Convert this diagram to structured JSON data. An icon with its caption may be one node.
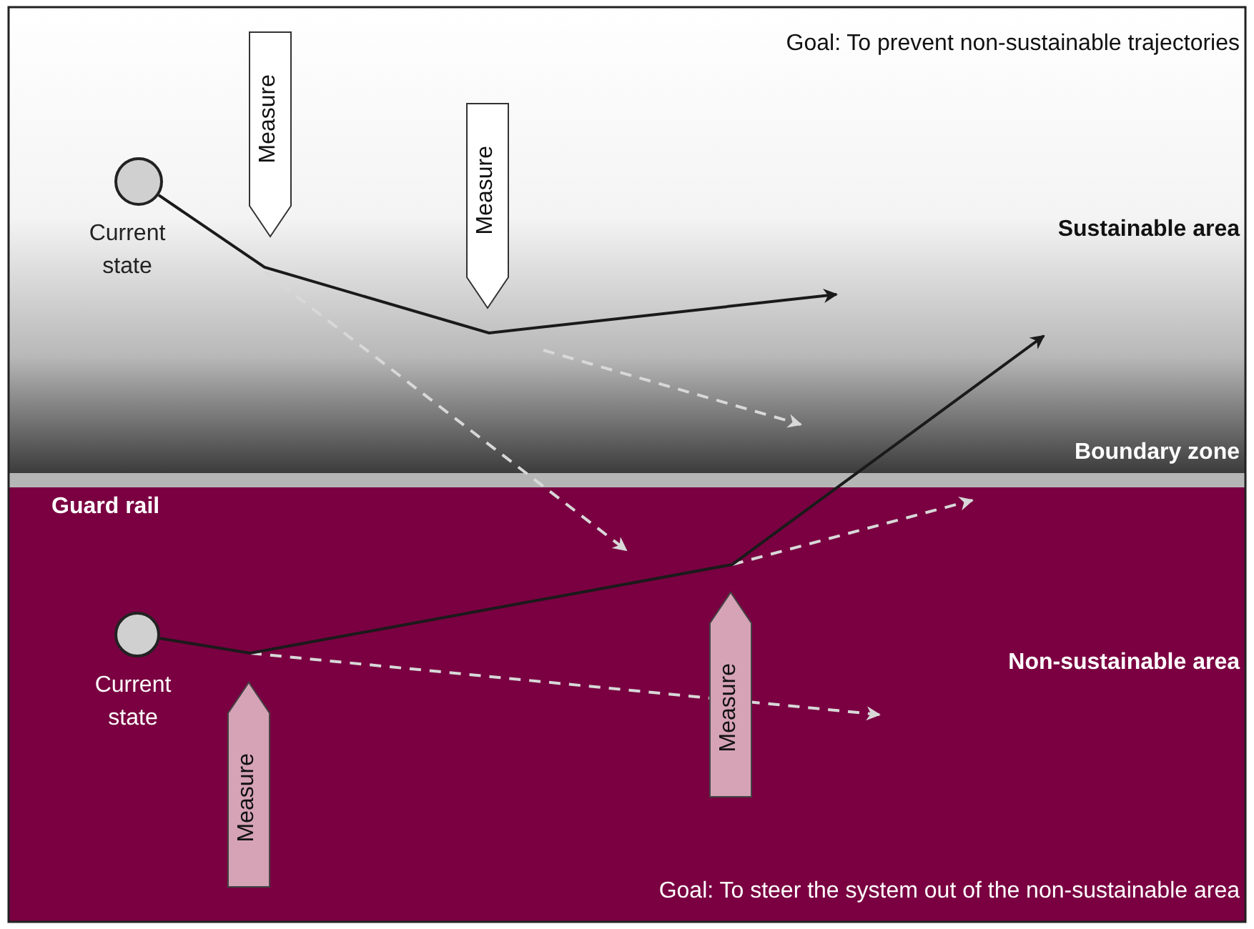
{
  "diagram": {
    "nodes": [
      {
        "text": [],
        "shape": "circle",
        "beside": [
          "Current state"
        ]
      },
      {
        "text": [
          "Measure"
        ]
      },
      {
        "text": [
          "Measure"
        ]
      },
      {
        "text": [],
        "shape": "circle",
        "beside": [
          "Current state"
        ]
      },
      {
        "text": [
          "Measure"
        ]
      },
      {
        "text": [
          "Measure"
        ]
      }
    ],
    "edges": [
      {
        "from": 0,
        "to": null,
        "arrow": "to"
      },
      {
        "from": 3,
        "to": null,
        "arrow": "to"
      }
    ],
    "labels": [
      "Goal: To prevent non-sustainable trajectories",
      "Sustainable area",
      "Boundary zone",
      "Guard rail",
      "Non-sustainable area",
      "Goal: To steer the system out of the non-sustainable area"
    ]
  }
}
